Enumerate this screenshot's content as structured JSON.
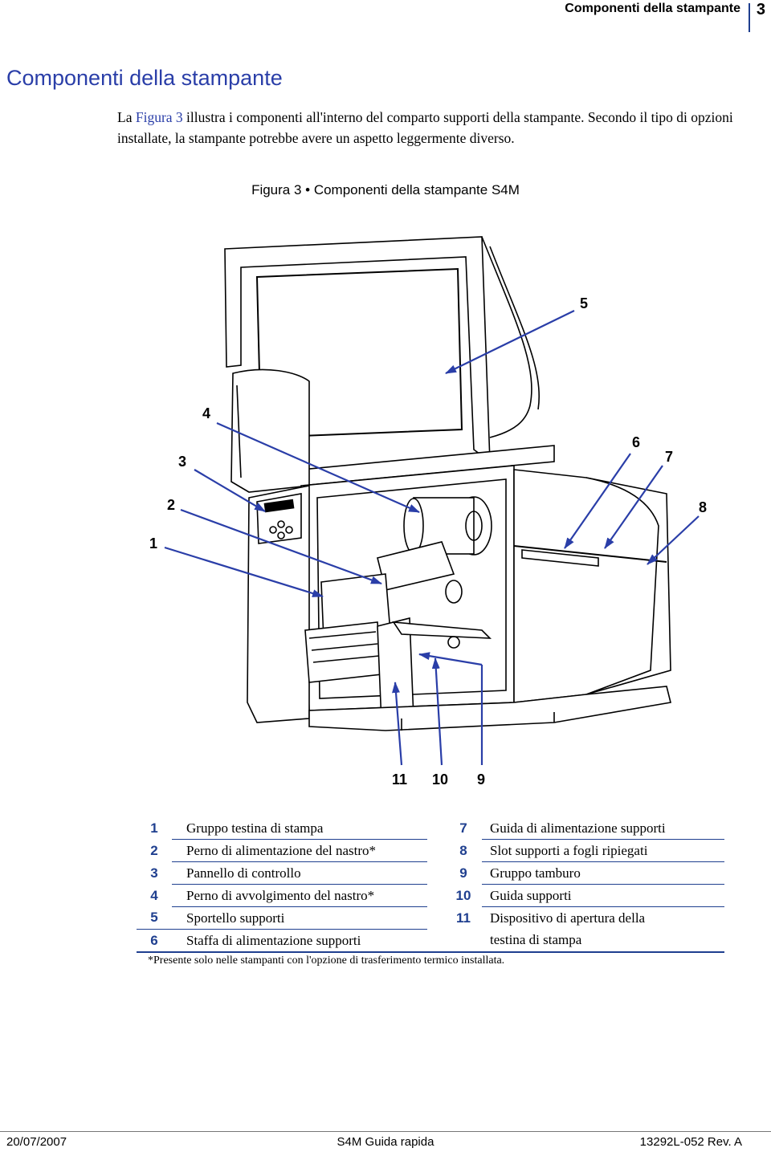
{
  "header": {
    "running_title": "Componenti della stampante",
    "page_number": "3"
  },
  "section": {
    "heading": "Componenti della stampante",
    "intro_before_link": "La ",
    "intro_link": "Figura 3",
    "intro_after_link": " illustra i componenti all'interno del comparto supporti della stampante. Secondo il tipo di opzioni installate, la stampante potrebbe avere un aspetto leggermente diverso."
  },
  "figure": {
    "caption": "Figura 3 • Componenti della stampante S4M",
    "callouts": [
      "1",
      "2",
      "3",
      "4",
      "5",
      "6",
      "7",
      "8",
      "9",
      "10",
      "11"
    ]
  },
  "legend": {
    "left": [
      {
        "num": "1",
        "text": "Gruppo testina di stampa"
      },
      {
        "num": "2",
        "text": "Perno di alimentazione del nastro*"
      },
      {
        "num": "3",
        "text": "Pannello di controllo"
      },
      {
        "num": "4",
        "text": "Perno di avvolgimento del nastro*"
      },
      {
        "num": "5",
        "text": "Sportello supporti"
      },
      {
        "num": "6",
        "text": "Staffa di alimentazione supporti"
      }
    ],
    "right": [
      {
        "num": "7",
        "text": "Guida di alimentazione supporti"
      },
      {
        "num": "8",
        "text": "Slot supporti a fogli ripiegati"
      },
      {
        "num": "9",
        "text": "Gruppo tamburo"
      },
      {
        "num": "10",
        "text": "Guida supporti"
      },
      {
        "num": "11",
        "text": "Dispositivo di apertura della"
      },
      {
        "num": "",
        "text": "testina di stampa"
      }
    ],
    "footnote": "*Presente solo nelle stampanti con l'opzione di trasferimento termico installata."
  },
  "footer": {
    "date": "20/07/2007",
    "title": "S4M Guida rapida",
    "doc_number": "13292L-052 Rev. A"
  },
  "colors": {
    "accent": "#2a3ea8",
    "rule": "#1f3f8f",
    "callout_arrow": "#2a3ea8"
  }
}
